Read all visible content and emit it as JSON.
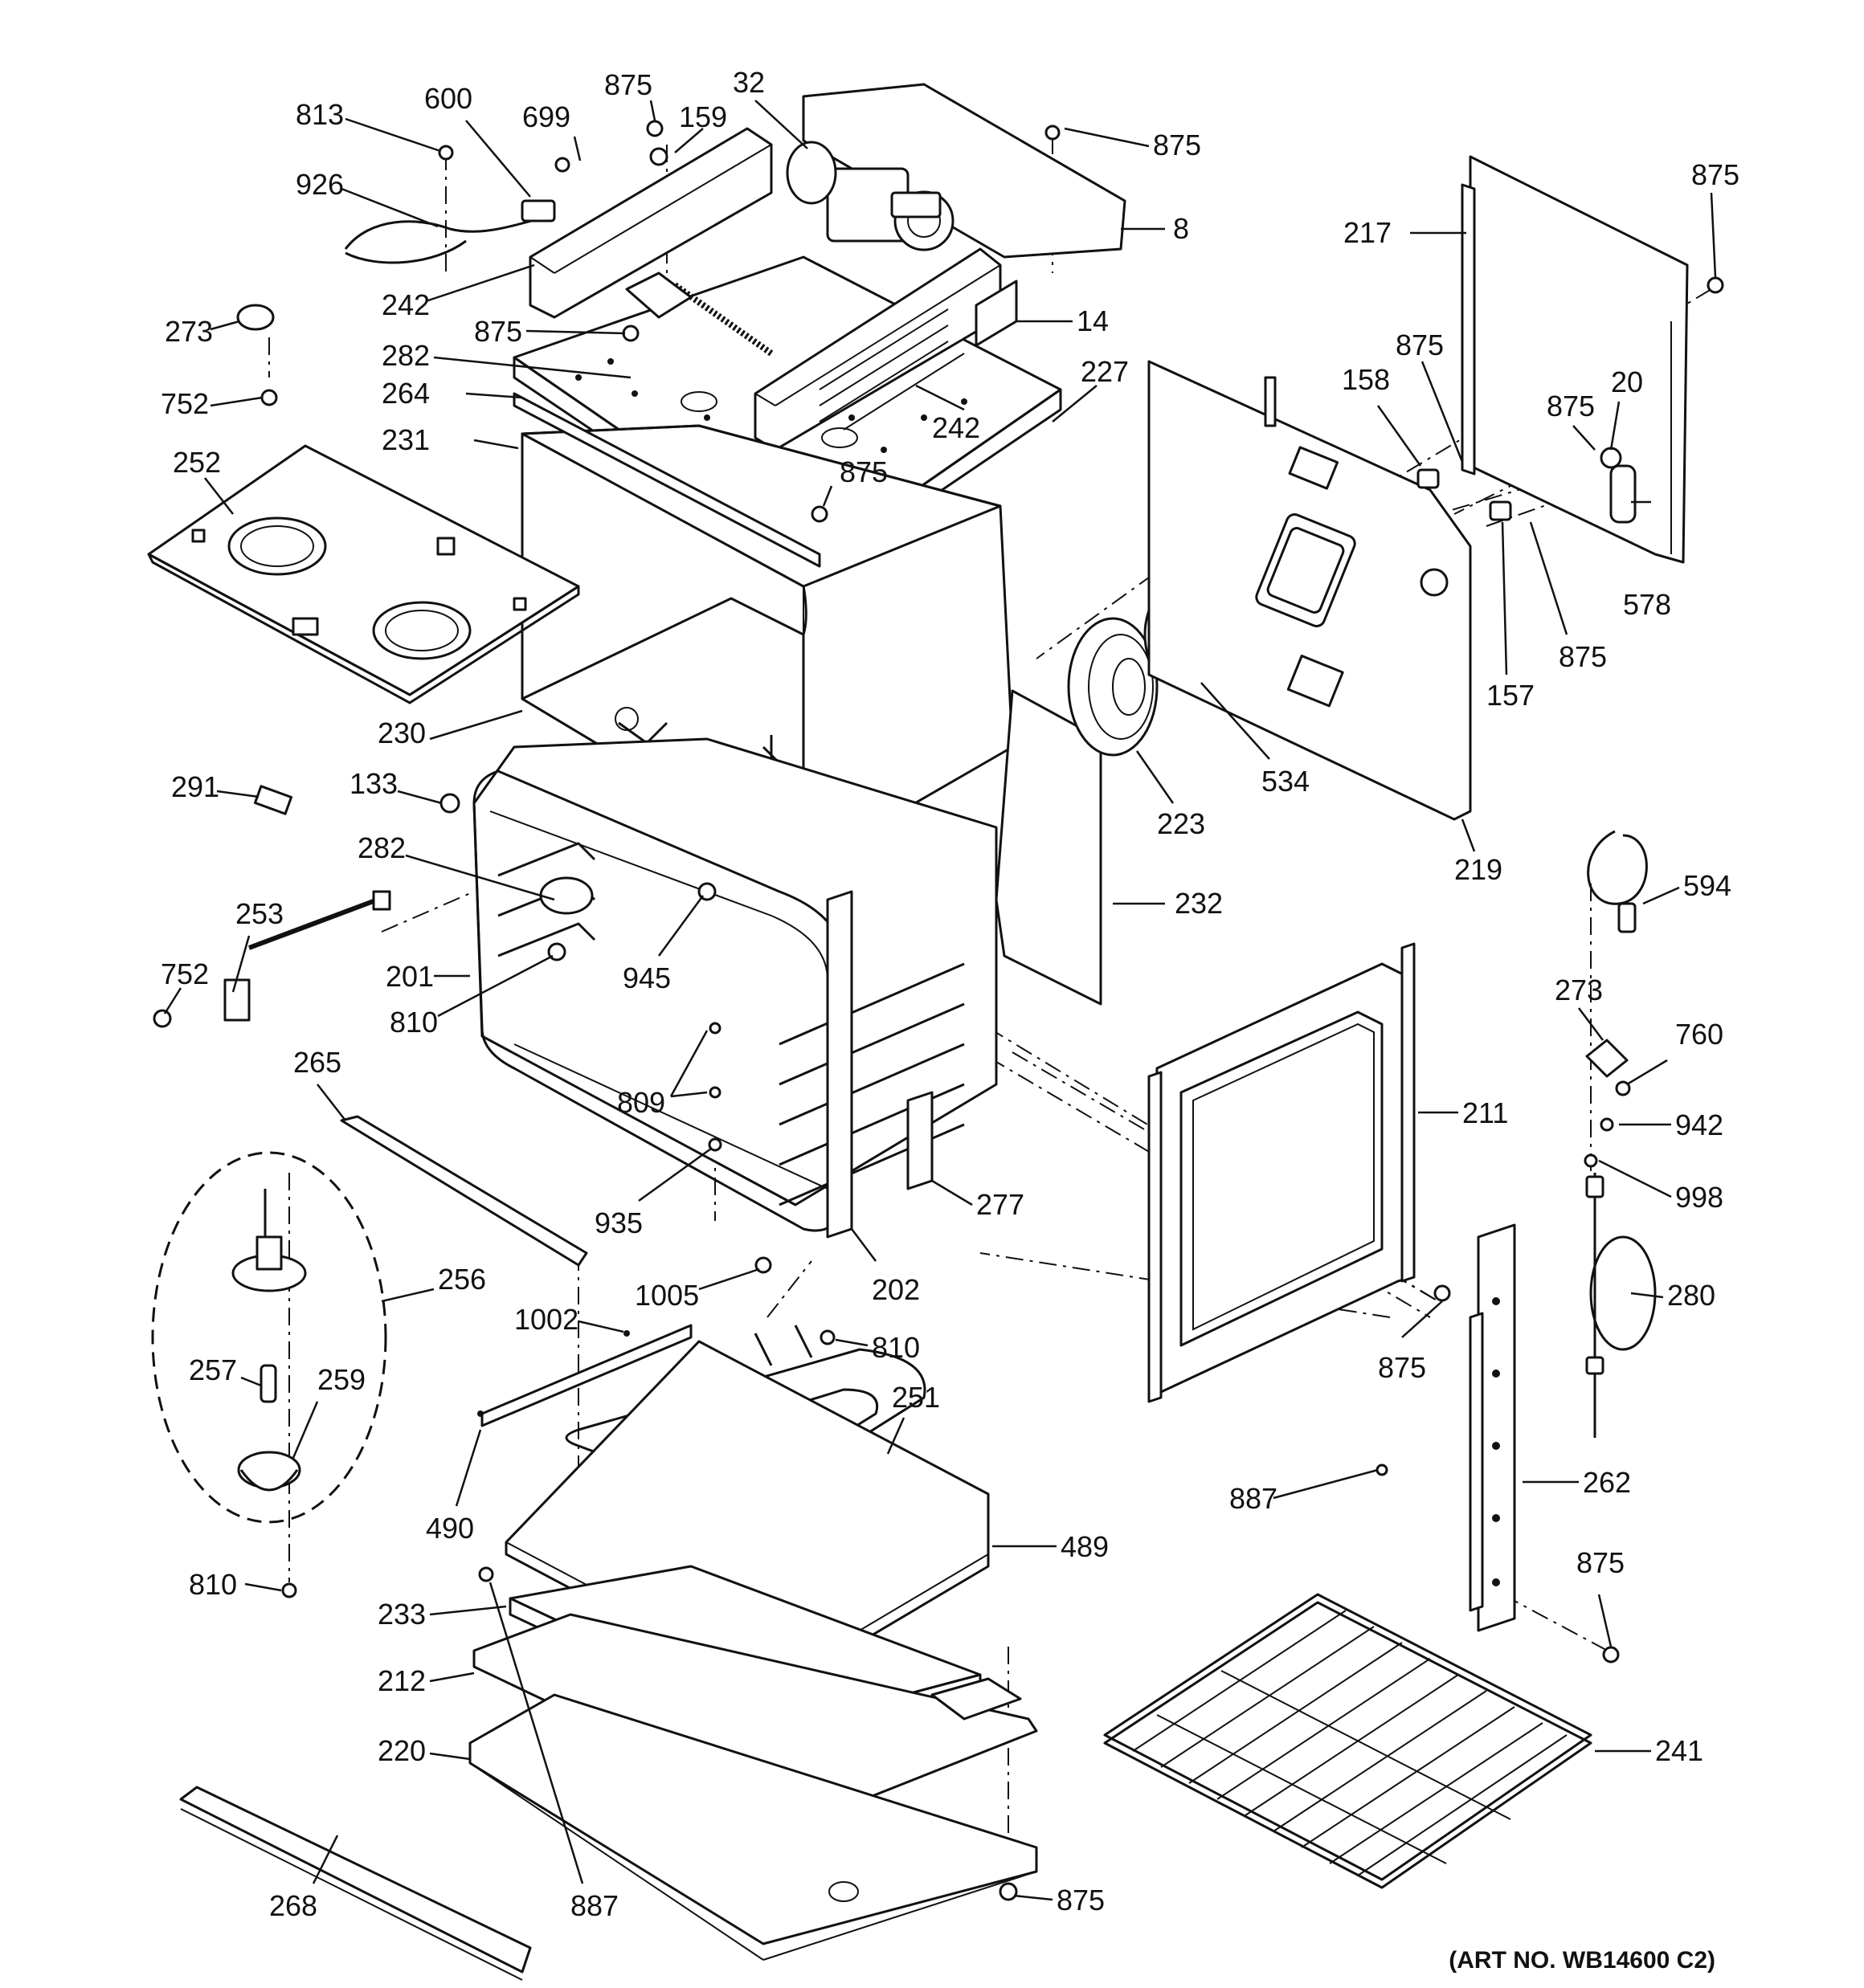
{
  "diagram": {
    "art_number": "(ART NO. WB14600 C2)",
    "callouts": [
      {
        "id": "c813",
        "text": "813"
      },
      {
        "id": "c600",
        "text": "600"
      },
      {
        "id": "c699",
        "text": "699"
      },
      {
        "id": "c875a",
        "text": "875"
      },
      {
        "id": "c159",
        "text": "159"
      },
      {
        "id": "c32",
        "text": "32"
      },
      {
        "id": "c875b",
        "text": "875"
      },
      {
        "id": "c8",
        "text": "8"
      },
      {
        "id": "c926",
        "text": "926"
      },
      {
        "id": "c242a",
        "text": "242"
      },
      {
        "id": "c14",
        "text": "14"
      },
      {
        "id": "c273a",
        "text": "273"
      },
      {
        "id": "c875c",
        "text": "875"
      },
      {
        "id": "c282a",
        "text": "282"
      },
      {
        "id": "c264",
        "text": "264"
      },
      {
        "id": "c227",
        "text": "227"
      },
      {
        "id": "c752a",
        "text": "752"
      },
      {
        "id": "c242b",
        "text": "242"
      },
      {
        "id": "c231",
        "text": "231"
      },
      {
        "id": "c252",
        "text": "252"
      },
      {
        "id": "c875d",
        "text": "875"
      },
      {
        "id": "c217",
        "text": "217"
      },
      {
        "id": "c875e",
        "text": "875"
      },
      {
        "id": "c158",
        "text": "158"
      },
      {
        "id": "c875f",
        "text": "875"
      },
      {
        "id": "c875g",
        "text": "875"
      },
      {
        "id": "c20",
        "text": "20"
      },
      {
        "id": "c578",
        "text": "578"
      },
      {
        "id": "c157",
        "text": "157"
      },
      {
        "id": "c875h",
        "text": "875"
      },
      {
        "id": "c230",
        "text": "230"
      },
      {
        "id": "c534",
        "text": "534"
      },
      {
        "id": "c223",
        "text": "223"
      },
      {
        "id": "c219",
        "text": "219"
      },
      {
        "id": "c291",
        "text": "291"
      },
      {
        "id": "c133",
        "text": "133"
      },
      {
        "id": "c282b",
        "text": "282"
      },
      {
        "id": "c253",
        "text": "253"
      },
      {
        "id": "c232",
        "text": "232"
      },
      {
        "id": "c594",
        "text": "594"
      },
      {
        "id": "c752b",
        "text": "752"
      },
      {
        "id": "c201",
        "text": "201"
      },
      {
        "id": "c945",
        "text": "945"
      },
      {
        "id": "c810a",
        "text": "810"
      },
      {
        "id": "c273b",
        "text": "273"
      },
      {
        "id": "c760",
        "text": "760"
      },
      {
        "id": "c265",
        "text": "265"
      },
      {
        "id": "c809",
        "text": "809"
      },
      {
        "id": "c211",
        "text": "211"
      },
      {
        "id": "c942",
        "text": "942"
      },
      {
        "id": "c935",
        "text": "935"
      },
      {
        "id": "c277",
        "text": "277"
      },
      {
        "id": "c998",
        "text": "998"
      },
      {
        "id": "c256",
        "text": "256"
      },
      {
        "id": "c1005",
        "text": "1005"
      },
      {
        "id": "c202",
        "text": "202"
      },
      {
        "id": "c280",
        "text": "280"
      },
      {
        "id": "c1002",
        "text": "1002"
      },
      {
        "id": "c810b",
        "text": "810"
      },
      {
        "id": "c875i",
        "text": "875"
      },
      {
        "id": "c257",
        "text": "257"
      },
      {
        "id": "c259",
        "text": "259"
      },
      {
        "id": "c251",
        "text": "251"
      },
      {
        "id": "c490",
        "text": "490"
      },
      {
        "id": "c887a",
        "text": "887"
      },
      {
        "id": "c262",
        "text": "262"
      },
      {
        "id": "c489",
        "text": "489"
      },
      {
        "id": "c810c",
        "text": "810"
      },
      {
        "id": "c875j",
        "text": "875"
      },
      {
        "id": "c233",
        "text": "233"
      },
      {
        "id": "c212",
        "text": "212"
      },
      {
        "id": "c241",
        "text": "241"
      },
      {
        "id": "c220",
        "text": "220"
      },
      {
        "id": "c268",
        "text": "268"
      },
      {
        "id": "c887b",
        "text": "887"
      },
      {
        "id": "c875k",
        "text": "875"
      }
    ]
  }
}
